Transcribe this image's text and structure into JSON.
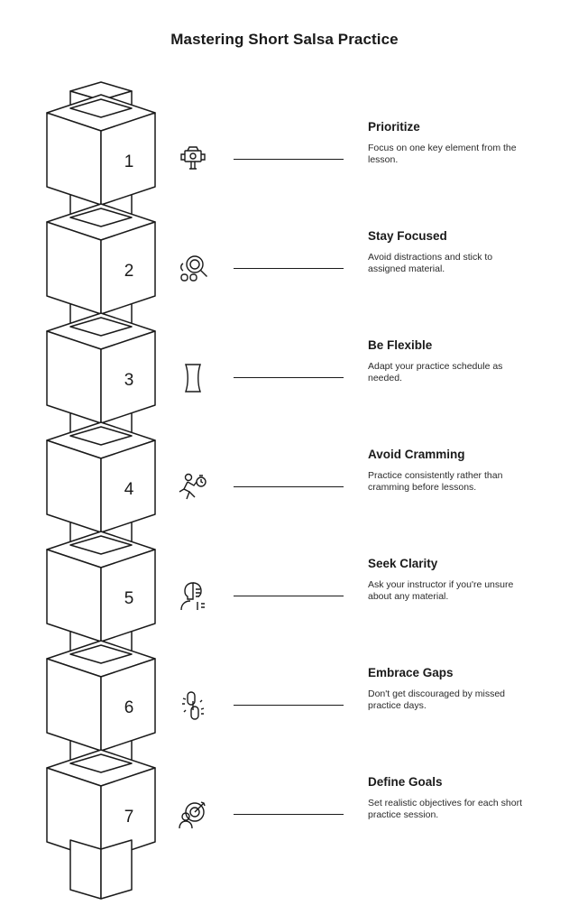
{
  "title": "Mastering Short Salsa Practice",
  "steps": [
    {
      "number": "1",
      "heading": "Prioritize",
      "description": "Focus on one key element from the lesson.",
      "icon": "projector-icon"
    },
    {
      "number": "2",
      "heading": "Stay Focused",
      "description": "Avoid distractions and stick to assigned material.",
      "icon": "magnifier-focus-icon"
    },
    {
      "number": "3",
      "heading": "Be Flexible",
      "description": "Adapt your practice schedule as needed.",
      "icon": "flexible-shape-icon"
    },
    {
      "number": "4",
      "heading": "Avoid Cramming",
      "description": "Practice consistently rather than cramming before lessons.",
      "icon": "running-timer-icon"
    },
    {
      "number": "5",
      "heading": "Seek Clarity",
      "description": "Ask your instructor if you're unsure about any material.",
      "icon": "thinking-person-icon"
    },
    {
      "number": "6",
      "heading": "Embrace Gaps",
      "description": "Don't get discouraged by missed practice days.",
      "icon": "broken-chain-icon"
    },
    {
      "number": "7",
      "heading": "Define Goals",
      "description": "Set realistic objectives for each short practice session.",
      "icon": "target-person-icon"
    }
  ]
}
